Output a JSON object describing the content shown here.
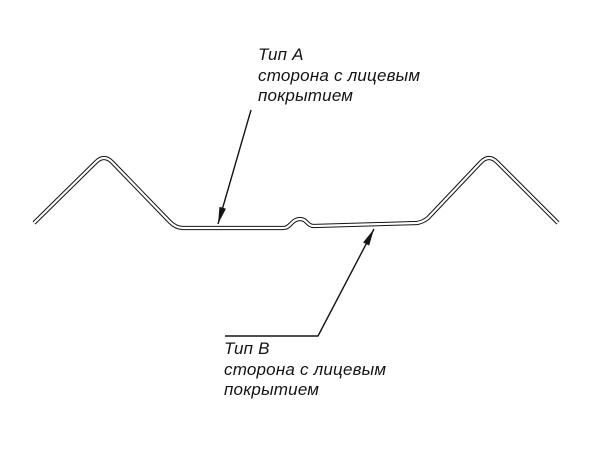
{
  "diagram": {
    "label_a": {
      "title": "Тип А",
      "line1": "сторона с лицевым",
      "line2": "покрытием"
    },
    "label_b": {
      "title": "Тип В",
      "line1": "сторона с лицевым",
      "line2": "покрытием"
    },
    "colors": {
      "line": "#141414",
      "background": "#ffffff"
    }
  }
}
